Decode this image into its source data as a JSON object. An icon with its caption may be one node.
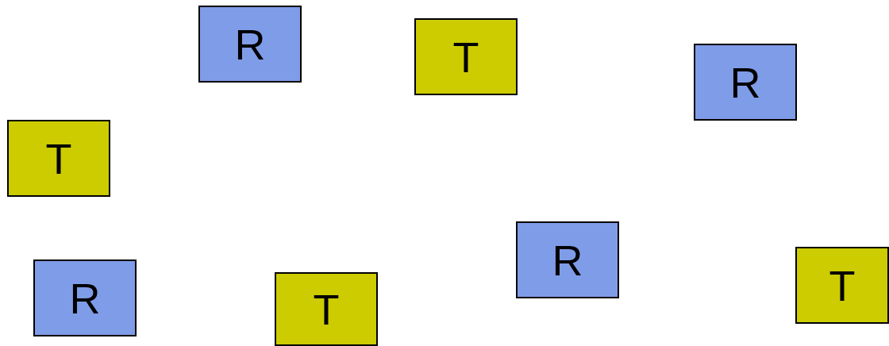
{
  "diagram": {
    "nodes": [
      {
        "text": [
          "R"
        ]
      },
      {
        "text": [
          "T"
        ]
      },
      {
        "text": [
          "R"
        ]
      },
      {
        "text": [
          "T"
        ]
      },
      {
        "text": [
          "R"
        ]
      },
      {
        "text": [
          "T"
        ]
      },
      {
        "text": [
          "R"
        ]
      },
      {
        "text": [
          "T"
        ]
      }
    ]
  }
}
